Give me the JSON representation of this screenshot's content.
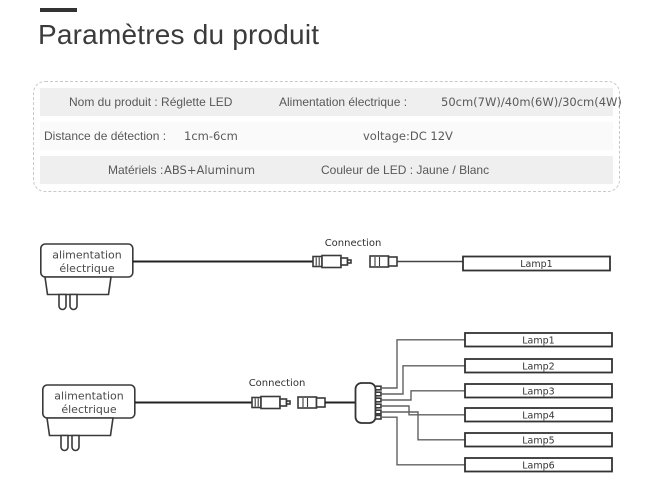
{
  "page": {
    "title": "Paramètres du produit"
  },
  "table": {
    "rows": [
      {
        "left": "Nom du produit : Réglette LED",
        "right_label": "Alimentation électrique :",
        "right_value": "50cm(7W)/40m(6W)/30cm(4W)"
      },
      {
        "left_label": "Distance de détection :",
        "left_value": "1cm-6cm",
        "right": "voltage:DC 12V"
      },
      {
        "left_label": "Matériels :",
        "left_value": "ABS+Aluminum",
        "right": "Couleur de LED : Jaune / Blanc"
      }
    ]
  },
  "diagram1": {
    "adapter_line1": "alimentation",
    "adapter_line2": "électrique",
    "connection_label": "Connection",
    "lamp": "Lamp1"
  },
  "diagram2": {
    "adapter_line1": "alimentation",
    "adapter_line2": "électrique",
    "connection_label": "Connection",
    "lamps": [
      "Lamp1",
      "Lamp2",
      "Lamp3",
      "Lamp4",
      "Lamp5",
      "Lamp6"
    ]
  },
  "colors": {
    "row_gray": "#efefef",
    "dash_border": "#c8c8c8",
    "line_dark": "#3a3a3a",
    "wire_gray": "#606060",
    "title_text": "#3b3b3b"
  }
}
